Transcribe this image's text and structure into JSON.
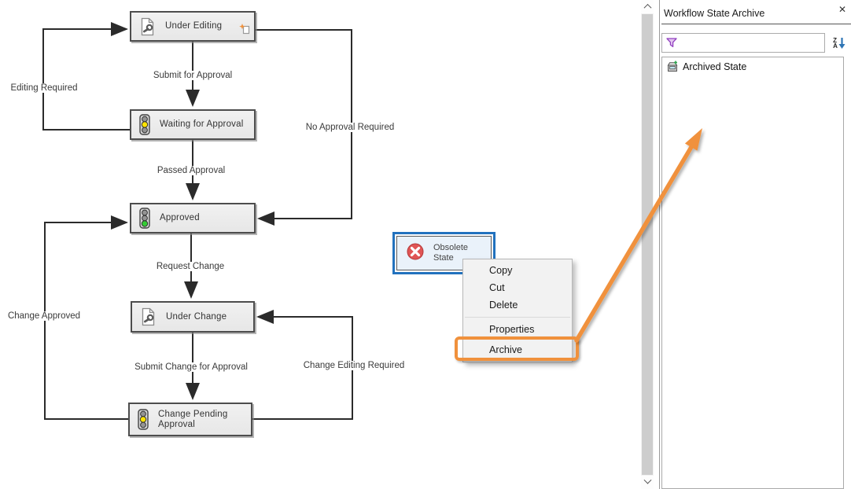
{
  "diagram": {
    "states": {
      "under_editing": "Under Editing",
      "waiting_for_approval": "Waiting for Approval",
      "approved": "Approved",
      "under_change": "Under Change",
      "change_pending_approval": "Change Pending Approval",
      "obsolete_state": "Obsolete State"
    },
    "transitions": {
      "submit_for_approval": "Submit for Approval",
      "editing_required": "Editing Required",
      "no_approval_required": "No Approval Required",
      "passed_approval": "Passed Approval",
      "request_change": "Request Change",
      "change_approved": "Change Approved",
      "submit_change_for_approval": "Submit Change for Approval",
      "change_editing_required": "Change Editing Required"
    }
  },
  "context_menu": {
    "items": [
      "Copy",
      "Cut",
      "Delete",
      "Properties",
      "Archive"
    ],
    "highlighted_item": "Archive"
  },
  "panel": {
    "title": "Workflow State Archive",
    "close_label": "✕",
    "filter_value": "",
    "sort_icon": {
      "top": "Z",
      "bottom": "A"
    },
    "items": [
      {
        "label": "Archived State"
      }
    ]
  },
  "colors": {
    "selection_blue": "#2272be",
    "annotation_orange": "#f0913c",
    "state_fill": "#ececec",
    "obsolete_fill": "#eaf2fa",
    "traffic_yellow": "#ffe300",
    "traffic_green": "#35cc35",
    "error_red": "#e05555",
    "filter_purple": "#9140c0",
    "connector_black": "#2b2b2b"
  }
}
